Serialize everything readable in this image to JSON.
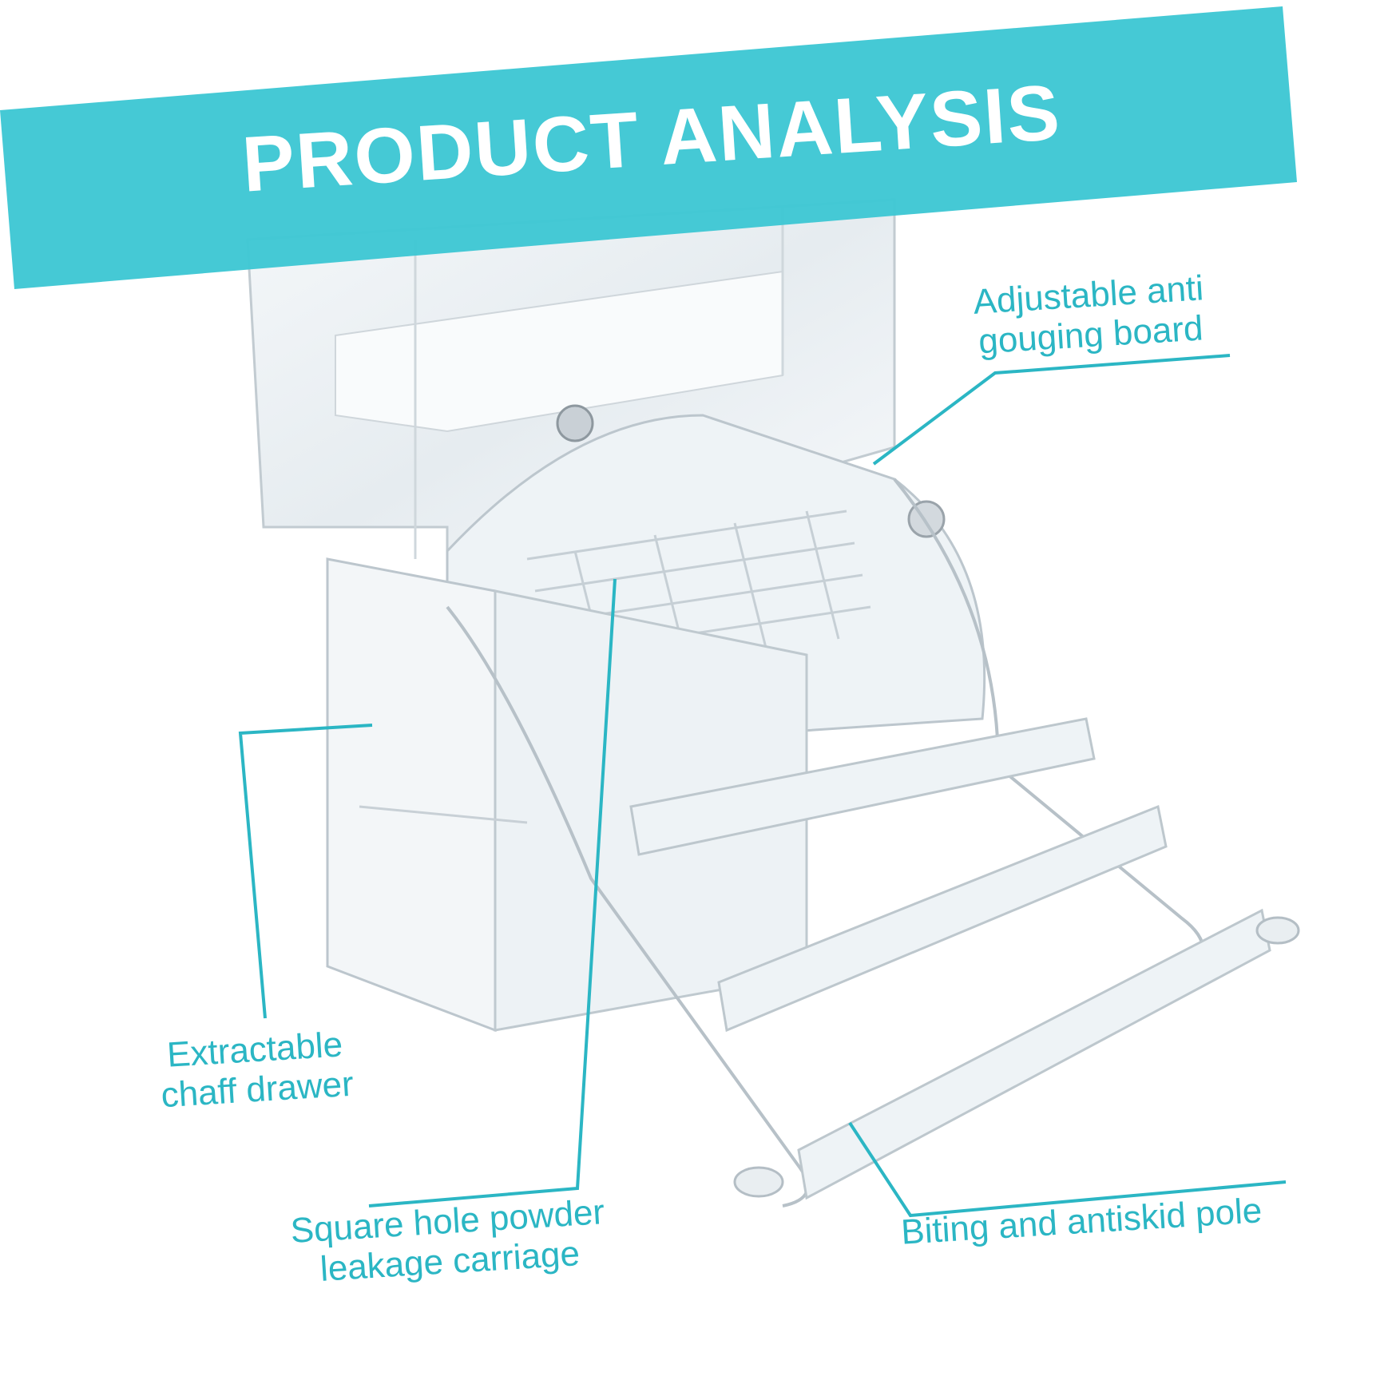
{
  "banner": {
    "title": "PRODUCT ANALYSIS",
    "color": "#3fc7d4"
  },
  "callouts": [
    {
      "line1": "Adjustable anti",
      "line2": "gouging board"
    },
    {
      "line1": "Extractable",
      "line2": "chaff drawer"
    },
    {
      "line1": "Square hole powder",
      "line2": "leakage carriage"
    },
    {
      "line1": "Biting and antiskid pole",
      "line2": ""
    }
  ],
  "colors": {
    "accent": "#3fc7d4",
    "label_text": "#2bb6c4",
    "product_edge": "#b9c3ca",
    "product_fill": "#eef3f6"
  }
}
